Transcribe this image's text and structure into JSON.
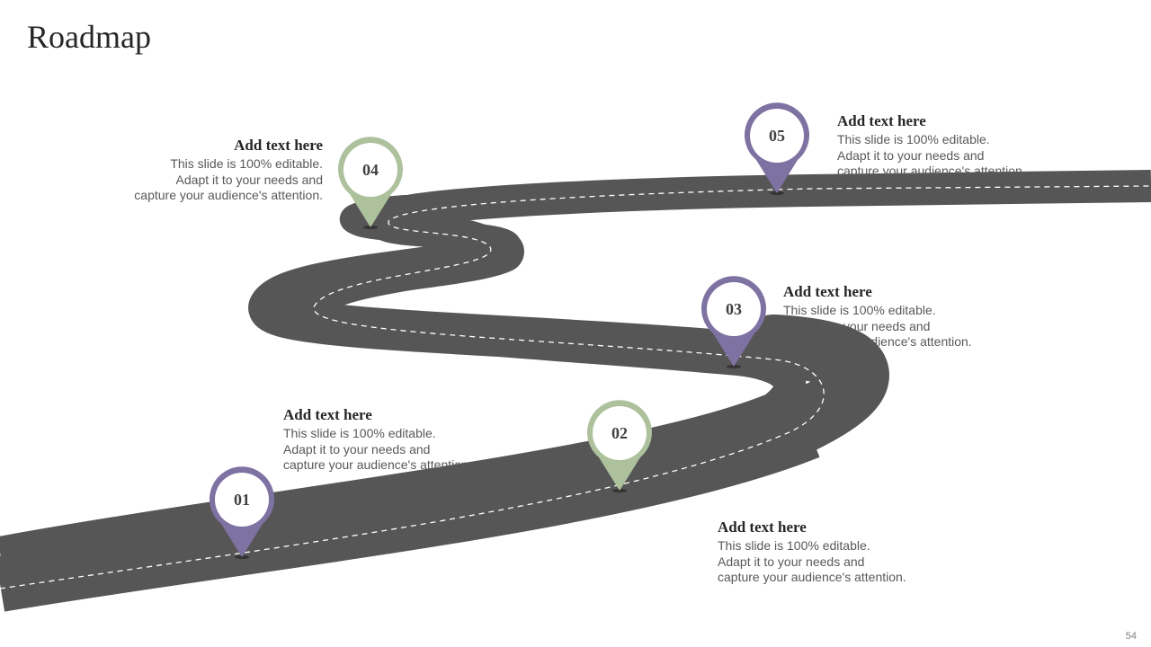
{
  "slide": {
    "title": "Roadmap",
    "page_number": "54"
  },
  "colors": {
    "road": "#565656",
    "road_dash": "#ffffff",
    "purple": "#7e72a2",
    "green": "#adc19c",
    "pin_fill": "#ffffff"
  },
  "milestones": [
    {
      "number": "01",
      "color": "purple",
      "heading": "Add text here",
      "body": [
        "This slide is 100% editable.",
        "Adapt it to your needs and",
        "capture your audience's attention."
      ]
    },
    {
      "number": "02",
      "color": "green",
      "heading": "Add text here",
      "body": [
        "This slide is 100% editable.",
        "Adapt it to your needs and",
        "capture your audience's attention."
      ]
    },
    {
      "number": "03",
      "color": "purple",
      "heading": "Add text here",
      "body": [
        "This slide is 100% editable.",
        "Adapt it to your needs and",
        "capture your audience's attention."
      ]
    },
    {
      "number": "04",
      "color": "green",
      "heading": "Add text here",
      "body": [
        "This slide is 100% editable.",
        "Adapt it to your needs and",
        "capture your audience's attention."
      ]
    },
    {
      "number": "05",
      "color": "purple",
      "heading": "Add text here",
      "body": [
        "This slide is 100% editable.",
        "Adapt it to your needs and",
        "capture your audience's attention."
      ]
    }
  ]
}
